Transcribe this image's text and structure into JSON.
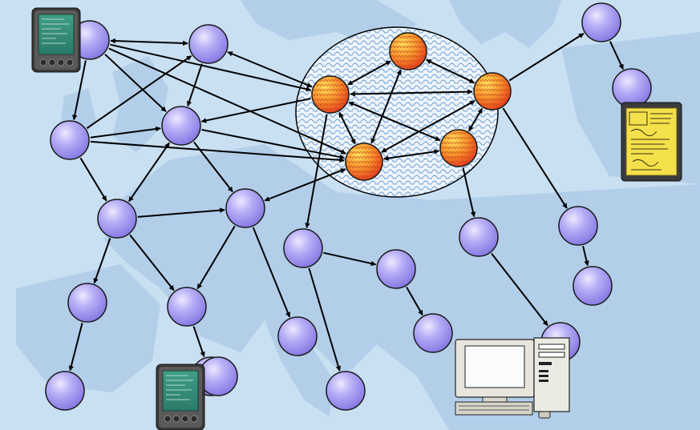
{
  "diagram": {
    "type": "network-graph",
    "background": "map-of-europe",
    "colors": {
      "background": "#c9dff2",
      "land": "#a9c8e6",
      "cluster_fill": "#dfeaf6",
      "cluster_pattern": "#7ba7d6",
      "peer_node": "#a29bf0",
      "core_node": "#f28a2e",
      "edge": "#000000"
    },
    "nodes": [
      {
        "id": "a1",
        "kind": "peer"
      },
      {
        "id": "a2",
        "kind": "peer"
      },
      {
        "id": "a3",
        "kind": "peer"
      },
      {
        "id": "a4",
        "kind": "peer"
      },
      {
        "id": "a5",
        "kind": "peer"
      },
      {
        "id": "a6",
        "kind": "peer"
      },
      {
        "id": "a7",
        "kind": "peer"
      },
      {
        "id": "a8",
        "kind": "peer"
      },
      {
        "id": "a9",
        "kind": "peer"
      },
      {
        "id": "a10",
        "kind": "peer"
      },
      {
        "id": "a11",
        "kind": "peer"
      },
      {
        "id": "a12",
        "kind": "peer"
      },
      {
        "id": "b1",
        "kind": "peer"
      },
      {
        "id": "b2",
        "kind": "peer"
      },
      {
        "id": "b3",
        "kind": "peer"
      },
      {
        "id": "b4",
        "kind": "peer"
      },
      {
        "id": "b5",
        "kind": "peer"
      },
      {
        "id": "c1",
        "kind": "peer"
      },
      {
        "id": "c2",
        "kind": "peer"
      },
      {
        "id": "d1",
        "kind": "peer"
      },
      {
        "id": "d2",
        "kind": "peer"
      },
      {
        "id": "d3",
        "kind": "peer"
      },
      {
        "id": "d4",
        "kind": "peer"
      },
      {
        "id": "d5",
        "kind": "peer"
      },
      {
        "id": "o1",
        "kind": "core"
      },
      {
        "id": "o2",
        "kind": "core"
      },
      {
        "id": "o3",
        "kind": "core"
      },
      {
        "id": "o4",
        "kind": "core"
      },
      {
        "id": "o5",
        "kind": "core"
      }
    ],
    "edges": [
      {
        "from": "a1",
        "to": "a2",
        "bidirectional": true
      },
      {
        "from": "a1",
        "to": "a4",
        "bidirectional": false
      },
      {
        "from": "a1",
        "to": "a5",
        "bidirectional": false
      },
      {
        "from": "a1",
        "to": "o1",
        "bidirectional": false
      },
      {
        "from": "a1",
        "to": "o4",
        "bidirectional": false
      },
      {
        "from": "a2",
        "to": "a5",
        "bidirectional": false
      },
      {
        "from": "a2",
        "to": "o1",
        "bidirectional": true
      },
      {
        "from": "a4",
        "to": "a2",
        "bidirectional": false
      },
      {
        "from": "a4",
        "to": "a6",
        "bidirectional": false
      },
      {
        "from": "a4",
        "to": "o4",
        "bidirectional": false
      },
      {
        "from": "a4",
        "to": "a5",
        "bidirectional": false
      },
      {
        "from": "a5",
        "to": "a6",
        "bidirectional": true
      },
      {
        "from": "a5",
        "to": "a7",
        "bidirectional": false
      },
      {
        "from": "a5",
        "to": "o4",
        "bidirectional": false
      },
      {
        "from": "o1",
        "to": "a5",
        "bidirectional": false
      },
      {
        "from": "a6",
        "to": "a7",
        "bidirectional": false
      },
      {
        "from": "a6",
        "to": "a8",
        "bidirectional": false
      },
      {
        "from": "a6",
        "to": "a9",
        "bidirectional": false
      },
      {
        "from": "a7",
        "to": "a9",
        "bidirectional": false
      },
      {
        "from": "a7",
        "to": "a10",
        "bidirectional": false
      },
      {
        "from": "o4",
        "to": "a7",
        "bidirectional": true
      },
      {
        "from": "a8",
        "to": "a11",
        "bidirectional": false
      },
      {
        "from": "a9",
        "to": "a12",
        "bidirectional": false
      },
      {
        "from": "o1",
        "to": "o2",
        "bidirectional": true
      },
      {
        "from": "o1",
        "to": "o3",
        "bidirectional": true
      },
      {
        "from": "o1",
        "to": "o4",
        "bidirectional": true
      },
      {
        "from": "o1",
        "to": "o5",
        "bidirectional": true
      },
      {
        "from": "o2",
        "to": "o3",
        "bidirectional": true
      },
      {
        "from": "o2",
        "to": "o4",
        "bidirectional": true
      },
      {
        "from": "o3",
        "to": "o4",
        "bidirectional": true
      },
      {
        "from": "o3",
        "to": "o5",
        "bidirectional": true
      },
      {
        "from": "o4",
        "to": "o5",
        "bidirectional": true
      },
      {
        "from": "o3",
        "to": "d1",
        "bidirectional": false
      },
      {
        "from": "d1",
        "to": "d2",
        "bidirectional": false
      },
      {
        "from": "o3",
        "to": "d3",
        "bidirectional": false
      },
      {
        "from": "d3",
        "to": "d4",
        "bidirectional": false
      },
      {
        "from": "o1",
        "to": "b1",
        "bidirectional": false
      },
      {
        "from": "b1",
        "to": "b2",
        "bidirectional": false
      },
      {
        "from": "b1",
        "to": "b4",
        "bidirectional": false
      },
      {
        "from": "b2",
        "to": "b3",
        "bidirectional": false
      },
      {
        "from": "o5",
        "to": "c1",
        "bidirectional": false
      },
      {
        "from": "c1",
        "to": "c2",
        "bidirectional": false
      }
    ],
    "devices": [
      {
        "name": "pda",
        "icon": "pda-icon"
      },
      {
        "name": "pda",
        "icon": "pda-icon"
      },
      {
        "name": "tablet",
        "icon": "tablet-icon"
      },
      {
        "name": "desktop-computer",
        "icon": "desktop-computer-icon"
      }
    ]
  }
}
